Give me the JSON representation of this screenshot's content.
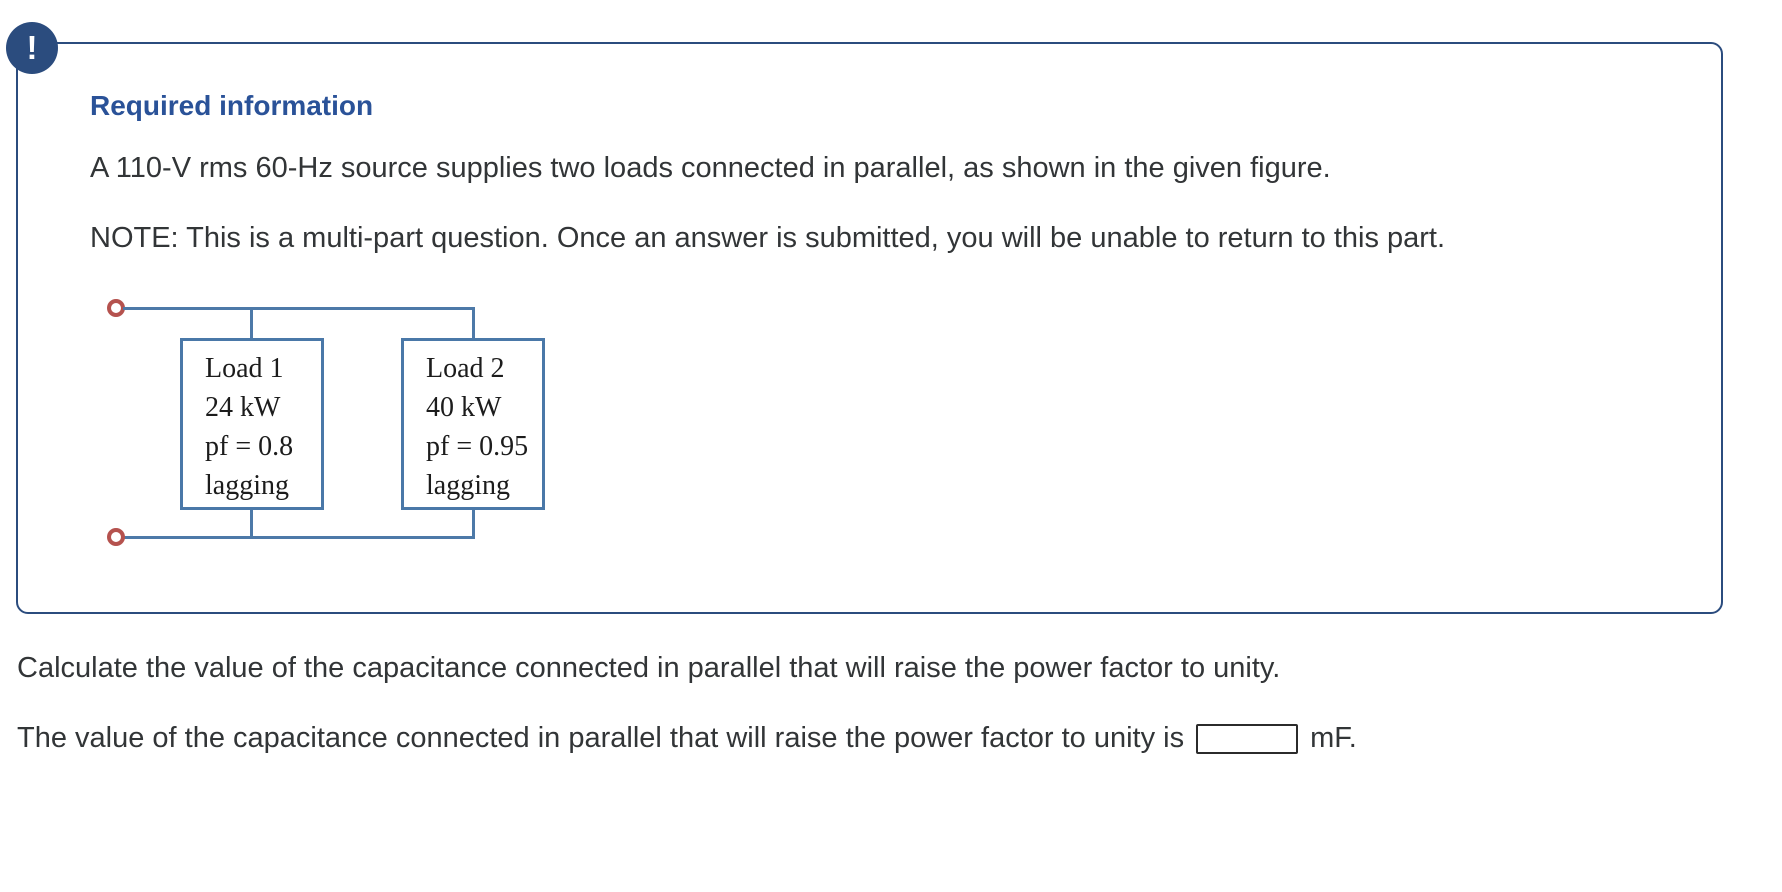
{
  "alert": {
    "badge_icon": "!",
    "heading": "Required information",
    "paragraph": "A 110-V rms 60-Hz source supplies two loads connected in parallel, as shown in the given figure.",
    "note": "NOTE: This is a multi-part question. Once an answer is submitted, you will be unable to return to this part."
  },
  "figure": {
    "loads": [
      {
        "title": "Load 1",
        "power": "24 kW",
        "pf": "pf = 0.8",
        "mode": "lagging"
      },
      {
        "title": "Load 2",
        "power": "40 kW",
        "pf": "pf = 0.95",
        "mode": "lagging"
      }
    ]
  },
  "question": {
    "prompt": "Calculate the value of the capacitance connected in parallel that will raise the power factor to unity.",
    "answer_prefix": "The value of the capacitance connected in parallel that will raise the power factor to unity is",
    "answer_value": "",
    "answer_unit": "mF."
  },
  "colors": {
    "card_border": "#2b4c7e",
    "badge_background": "#2b4c7e",
    "heading_blue": "#2a5298",
    "body_text": "#323537",
    "wire_blue": "#4d79a8",
    "load_box_border": "#4a78a8",
    "terminal_red": "#b5524e",
    "input_border": "#2b2b2b"
  }
}
